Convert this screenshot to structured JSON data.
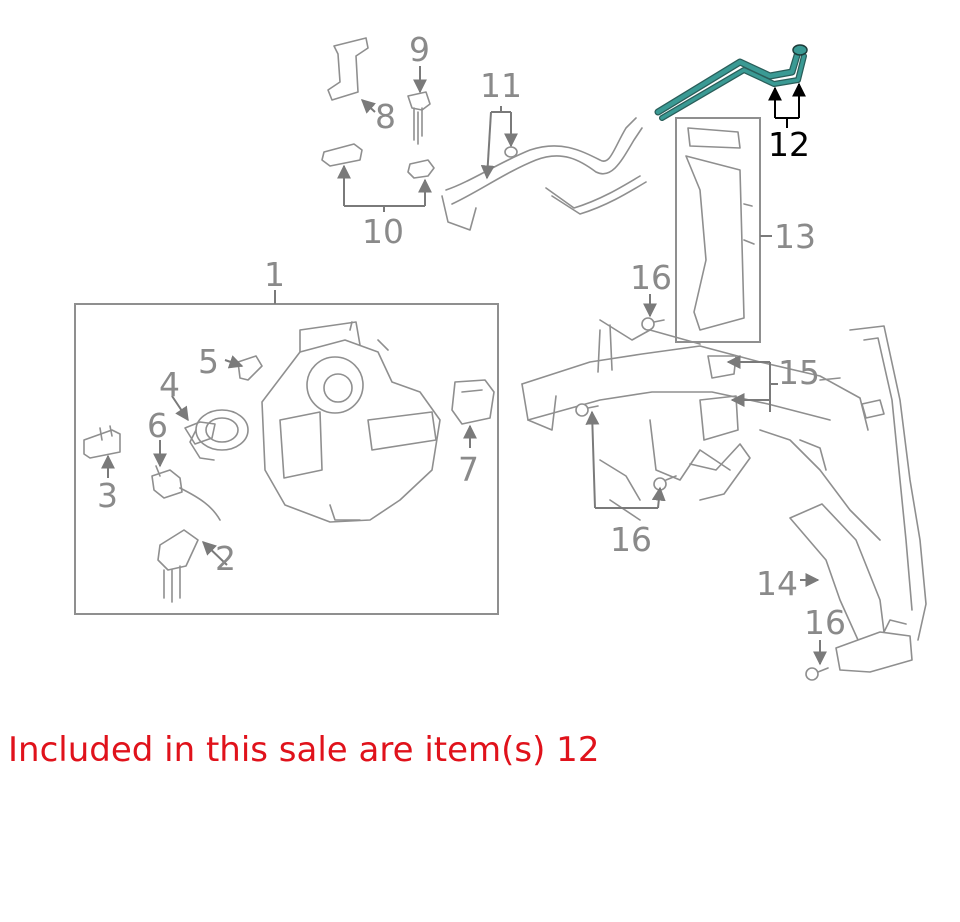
{
  "diagram": {
    "callouts": {
      "c1": "1",
      "c2": "2",
      "c3": "3",
      "c4": "4",
      "c5": "5",
      "c6": "6",
      "c7": "7",
      "c8": "8",
      "c9": "9",
      "c10": "10",
      "c11": "11",
      "c12": "12",
      "c13": "13",
      "c14": "14",
      "c15": "15",
      "c16a": "16",
      "c16b": "16",
      "c16c": "16"
    },
    "highlighted_item": "12",
    "colors": {
      "highlight_part": "#3a9a94",
      "line_art": "#8f8f8f",
      "callout_text": "#8a8a8a",
      "highlight_callout": "#000000"
    }
  },
  "caption": {
    "text": "Included in this sale are item(s) 12",
    "color": "#e0121b"
  }
}
